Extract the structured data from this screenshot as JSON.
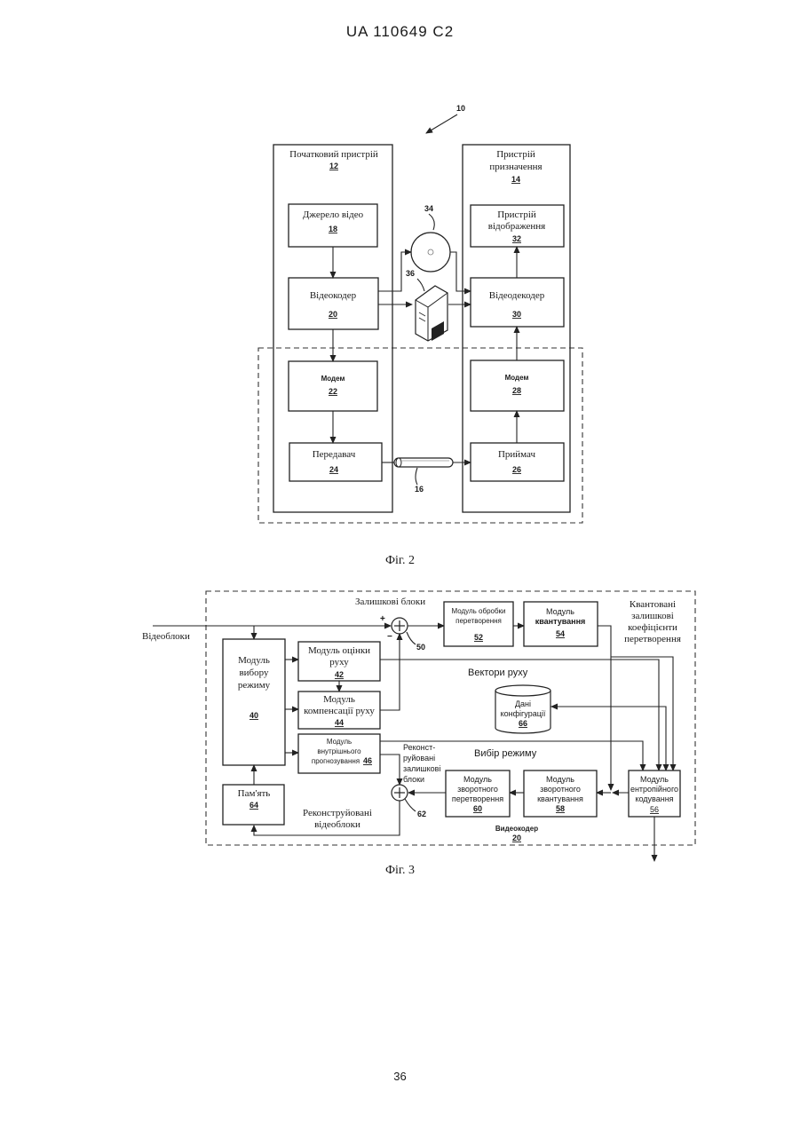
{
  "header": "UA   110649   C2",
  "page_number": "36",
  "fig2": {
    "caption": "Фіг. 2",
    "system_num": "10",
    "source_device": {
      "title": "Початковий пристрій",
      "num": "12"
    },
    "dest_device": {
      "title_line1": "Пристрій",
      "title_line2": "призначення",
      "num": "14"
    },
    "video_source": {
      "label": "Джерело відео",
      "num": "18"
    },
    "video_encoder": {
      "label": "Відеокодер",
      "num": "20"
    },
    "modem_src": {
      "label": "Модем",
      "num": "22"
    },
    "transmitter": {
      "label": "Передавач",
      "num": "24"
    },
    "display": {
      "line1": "Пристрій",
      "line2": "відображення",
      "num": "32"
    },
    "video_decoder": {
      "label": "Відеодекодер",
      "num": "30"
    },
    "modem_dst": {
      "label": "Модем",
      "num": "28"
    },
    "receiver": {
      "label": "Приймач",
      "num": "26"
    },
    "disc_num": "34",
    "server_num": "36",
    "channel_num": "16"
  },
  "fig3": {
    "caption": "Фіг. 3",
    "input_label": "Відеоблоки",
    "residual_label": "Залишкові блоки",
    "plus": "+",
    "minus": "−",
    "sum1_num": "50",
    "sum2_num": "62",
    "transform": {
      "line1": "Модуль обробки",
      "line2": "перетворення",
      "num": "52"
    },
    "quant": {
      "line1": "Модуль",
      "line2": "квантування",
      "num": "54"
    },
    "quant_coef": {
      "line1": "Квантовані",
      "line2": "залишкові",
      "line3": "коефіцієнти",
      "line4": "перетворення"
    },
    "mode_select": {
      "line1": "Модуль",
      "line2": "вибору",
      "line3": "режиму",
      "num": "40"
    },
    "motion_est": {
      "line1": "Модуль оцінки",
      "line2": "руху",
      "num": "42"
    },
    "motion_comp": {
      "line1": "Модуль",
      "line2": "компенсації руху",
      "num": "44"
    },
    "intra": {
      "line1": "Модуль",
      "line2": "внутрішнього",
      "line3": "прогнозування",
      "num": "46"
    },
    "motion_vectors": "Вектори руху",
    "config_data": {
      "line1": "Дані",
      "line2": "конфігурації",
      "num": "66"
    },
    "mode_choice": "Вибір режиму",
    "recon_residual": {
      "line1": "Реконст-",
      "line2": "руйовані",
      "line3": "залишкові",
      "line4": "блоки"
    },
    "inv_transform": {
      "line1": "Модуль",
      "line2": "зворотного",
      "line3": "перетворення",
      "num": "60"
    },
    "inv_quant": {
      "line1": "Модуль",
      "line2": "зворотного",
      "line3": "квантування",
      "num": "58"
    },
    "entropy": {
      "line1": "Модуль",
      "line2": "ентропійного",
      "line3": "кодування",
      "num": "56"
    },
    "memory": {
      "label": "Пам'ять",
      "num": "64"
    },
    "recon_blocks": {
      "line1": "Реконструйовані",
      "line2": "відеоблоки"
    },
    "encoder": {
      "label": "Видеокодер",
      "num": "20"
    }
  }
}
